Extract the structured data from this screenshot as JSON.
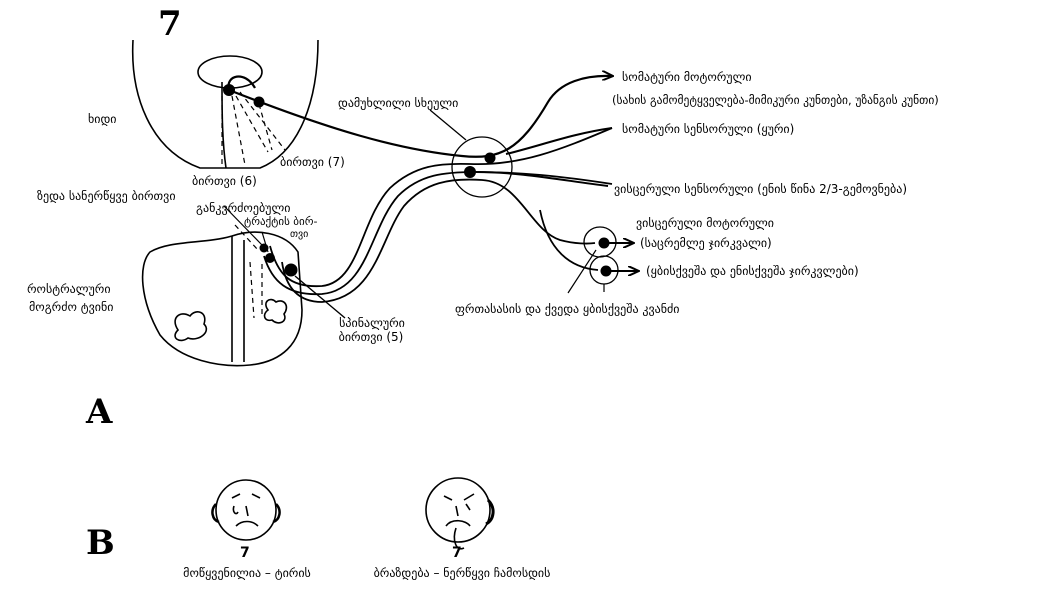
{
  "figure": {
    "number": "7",
    "panel_a": "A",
    "panel_b": "B"
  },
  "labels": {
    "pons": "ხიდი",
    "nucleus_7": "ბირთვი (7)",
    "nucleus_6": "ბირთვი (6)",
    "superior_salivatory_nucleus": "ზედა სანერწყვე ბირთვი",
    "solitary_tract_nucleus_l1": "განკვრძოებული",
    "solitary_tract_nucleus_l2": "ტრაქტის ბირ-",
    "solitary_tract_nucleus_l3": "თვი",
    "rostral_medulla_l1": "როსტრალური",
    "rostral_medulla_l2": "მოგრძო ტვინი",
    "spinal_nucleus_l1": "სპინალური",
    "spinal_nucleus_l2": "ბირთვი (5)",
    "geniculate_ganglion": "დამუხლილი სხეული",
    "somatic_motor": "სომატური მოტორული",
    "somatic_motor_detail": "(სახის გამომეტყველება-მიმიკური კუნთები, უზანგის კუნთი)",
    "somatic_sensory": "სომატური სენსორული (ყური)",
    "visceral_sensory": "ვისცერული სენსორული (ენის წინა 2/3-გემოვნება)",
    "visceral_motor": "ვისცერული მოტორული",
    "lacrimal_gland": "(საცრემლე ჯირკვალი)",
    "salivary_glands": "(ყბისქვეშა და ენისქვეშა ჯირკვლები)",
    "pterygopalatine_submandibular": "ფრთასასის და ქვედა ყბისქვეშა კვანძი"
  },
  "panel_b": {
    "left_face_number": "7",
    "left_caption": "მოწყვენილია – ტირის",
    "right_face_number": "7",
    "right_caption": "ბრაზდება – ნერწყვი ჩამოსდის"
  }
}
